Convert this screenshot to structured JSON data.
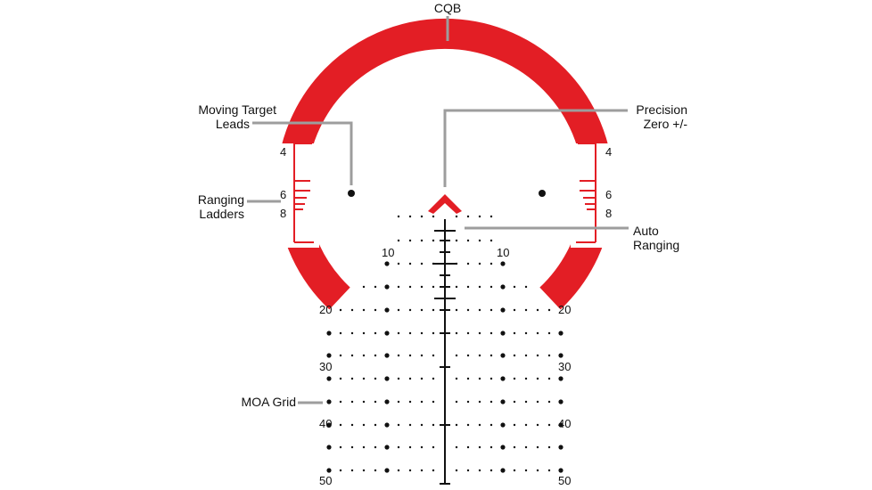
{
  "callouts": {
    "cqb": "CQB",
    "moving_target_line1": "Moving Target",
    "moving_target_line2": "Leads",
    "precision_line1": "Precision",
    "precision_line2": "Zero +/-",
    "ranging_line1": "Ranging",
    "ranging_line2": "Ladders",
    "auto_line1": "Auto",
    "auto_line2": "Ranging",
    "moa_grid": "MOA Grid"
  },
  "ladder_marks": {
    "top": "4",
    "mid": "6",
    "bottom": "8"
  },
  "grid_numbers": {
    "n10": "10",
    "n20": "20",
    "n30": "30",
    "n40": "40",
    "n50": "50"
  },
  "colors": {
    "reticle_red": "#e31e25",
    "callout_line": "#9d9d9d",
    "ink": "#111111"
  }
}
